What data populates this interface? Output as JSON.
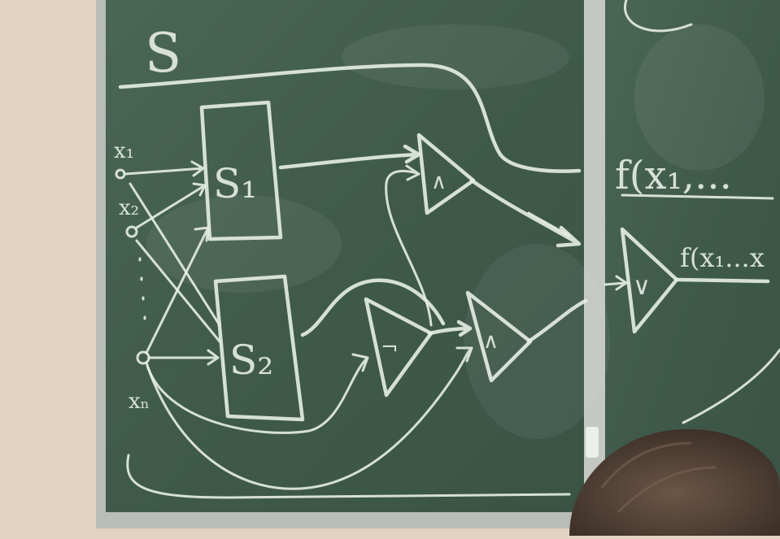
{
  "board": {
    "title": "S",
    "block_1": "S₁",
    "block_2": "S₂",
    "inputs": [
      "x₁",
      "x₂",
      "xₙ"
    ],
    "gates": [
      "∧",
      "¬",
      "∧",
      "∨"
    ],
    "output_top": "f(x₁,...",
    "output_bottom": "f(x₁...x"
  },
  "colors": {
    "board": "#3f5a4b",
    "chalk": "#e7eee6",
    "frame": "#b9bdb7",
    "wall": "#e4d2c2",
    "hair": "#5a4a3e"
  }
}
